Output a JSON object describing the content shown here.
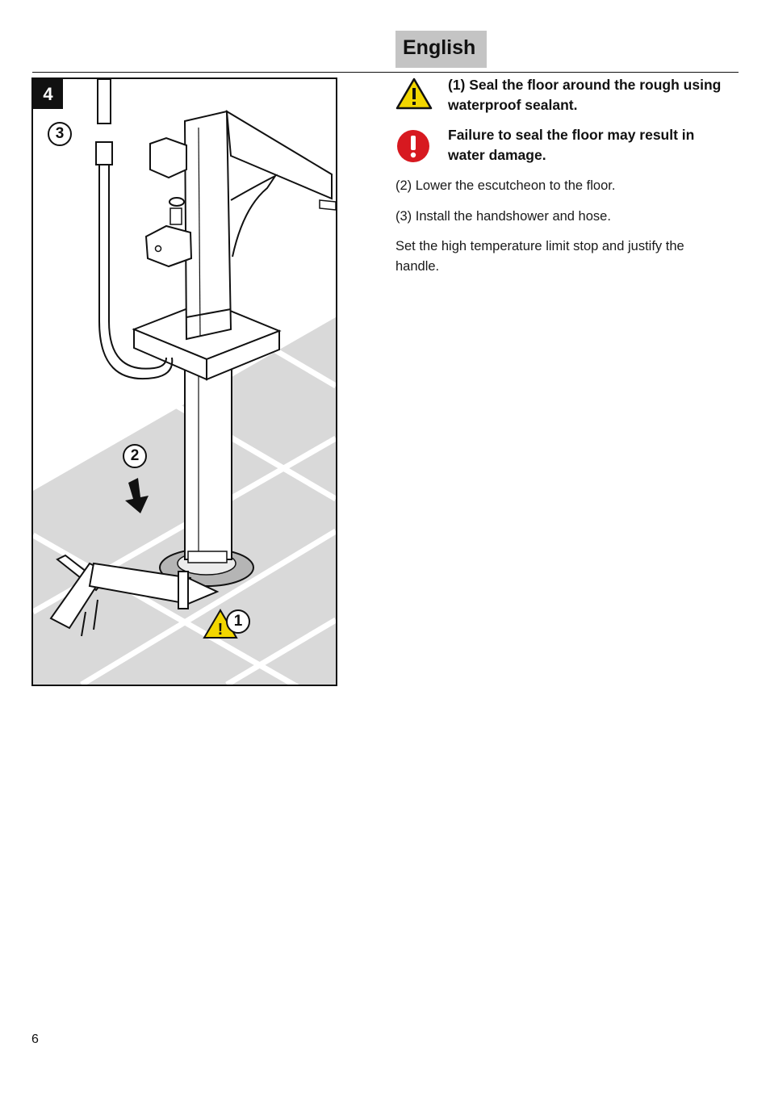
{
  "header": {
    "language_label": "English"
  },
  "figure": {
    "step_number": "4",
    "callouts": [
      "1",
      "2",
      "3"
    ]
  },
  "warnings": [
    {
      "icon": "caution-triangle-icon",
      "color": "#f2d600",
      "text": "(1) Seal the floor around the rough using waterproof sealant."
    },
    {
      "icon": "danger-exclamation-icon",
      "color": "#d71920",
      "text": "Failure to seal the floor may result in water damage."
    }
  ],
  "instructions": [
    "(2) Lower the escutcheon to the floor.",
    "(3) Install the handshower and hose.",
    "Set the high temperature limit stop and justify the handle."
  ],
  "footer": {
    "page_number": "6"
  }
}
